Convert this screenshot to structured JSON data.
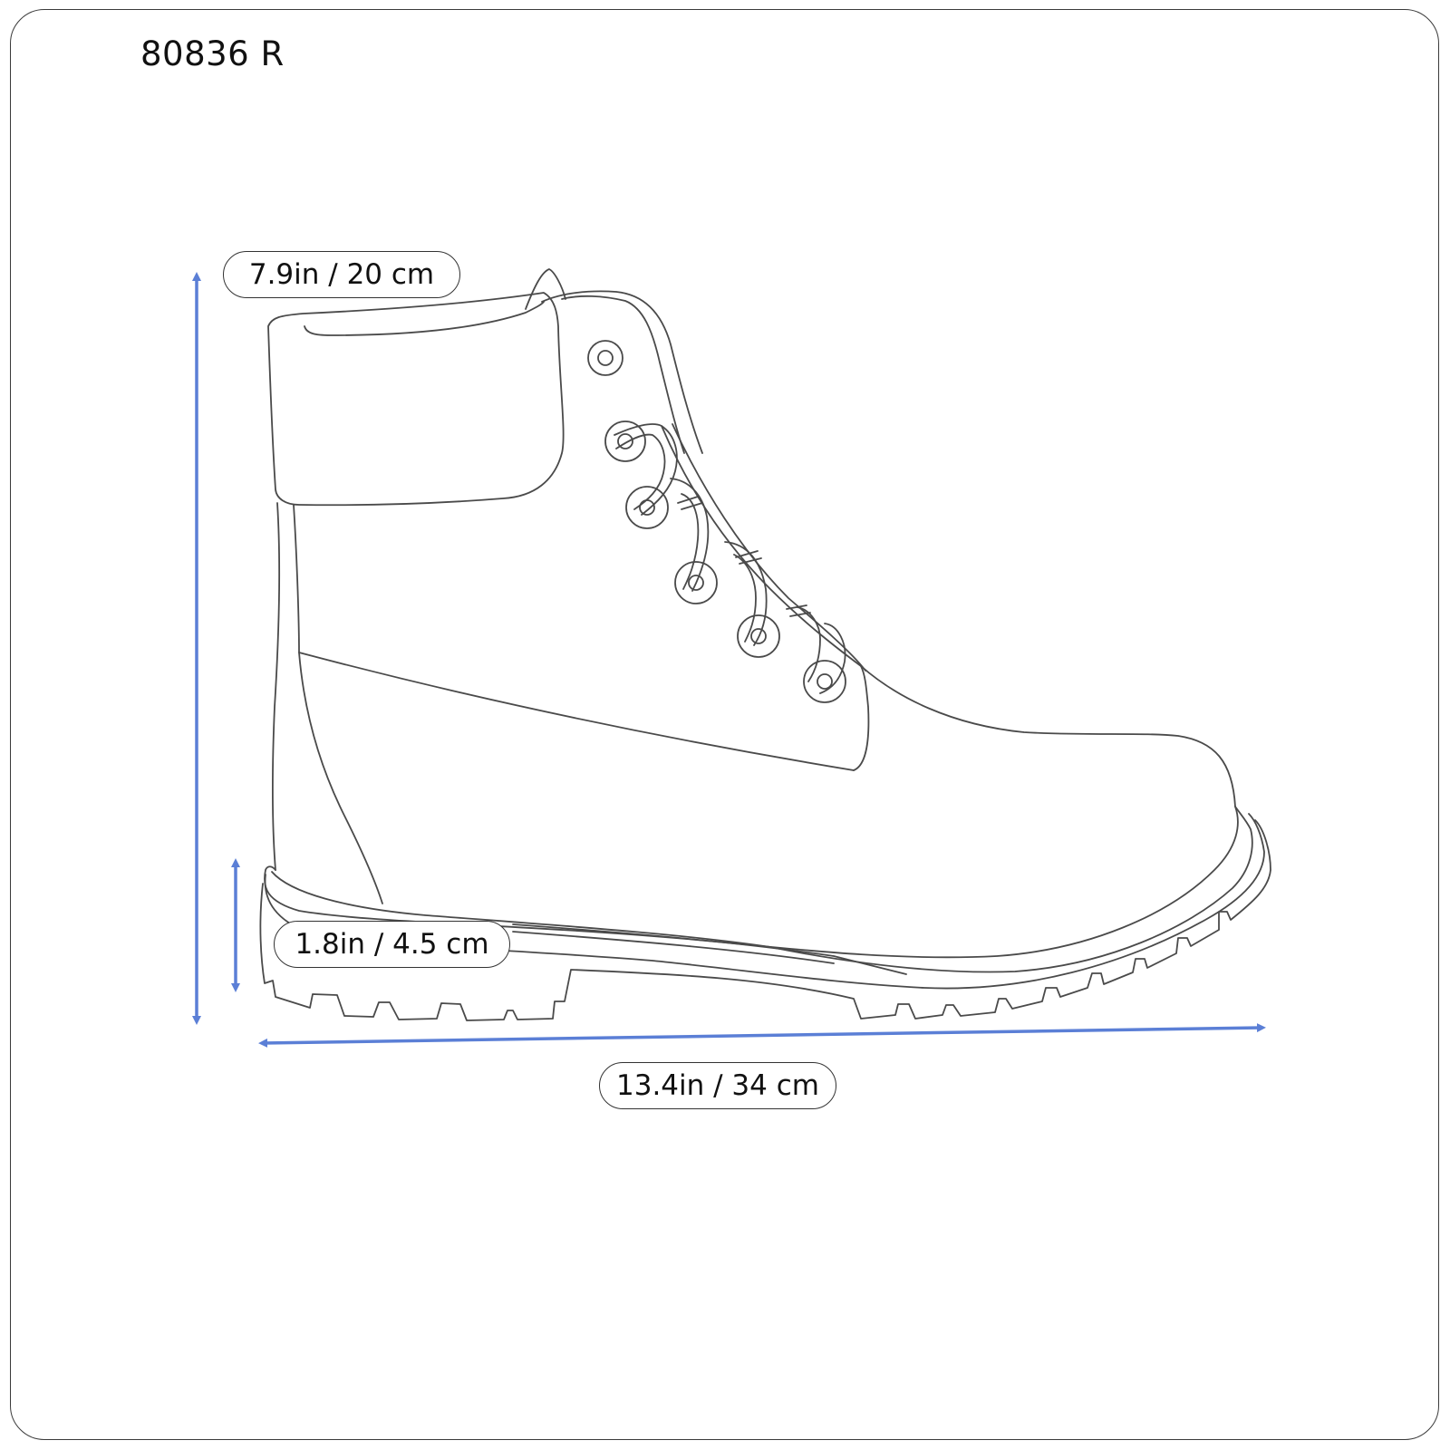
{
  "product": {
    "code": "80836 R"
  },
  "dimensions": {
    "shaft_height": {
      "label": "7.9in / 20 cm",
      "inches": 7.9,
      "cm": 20
    },
    "sole_height": {
      "label": "1.8in / 4.5 cm",
      "inches": 1.8,
      "cm": 4.5
    },
    "length": {
      "label": "13.4in / 34 cm",
      "inches": 13.4,
      "cm": 34
    }
  },
  "colors": {
    "arrow": "#5b7fd6",
    "outline": "#4a4a4a",
    "frame": "#3a3a3a",
    "background": "#ffffff"
  },
  "illustration": {
    "subject": "boot-side-outline",
    "eyelets": 6
  }
}
